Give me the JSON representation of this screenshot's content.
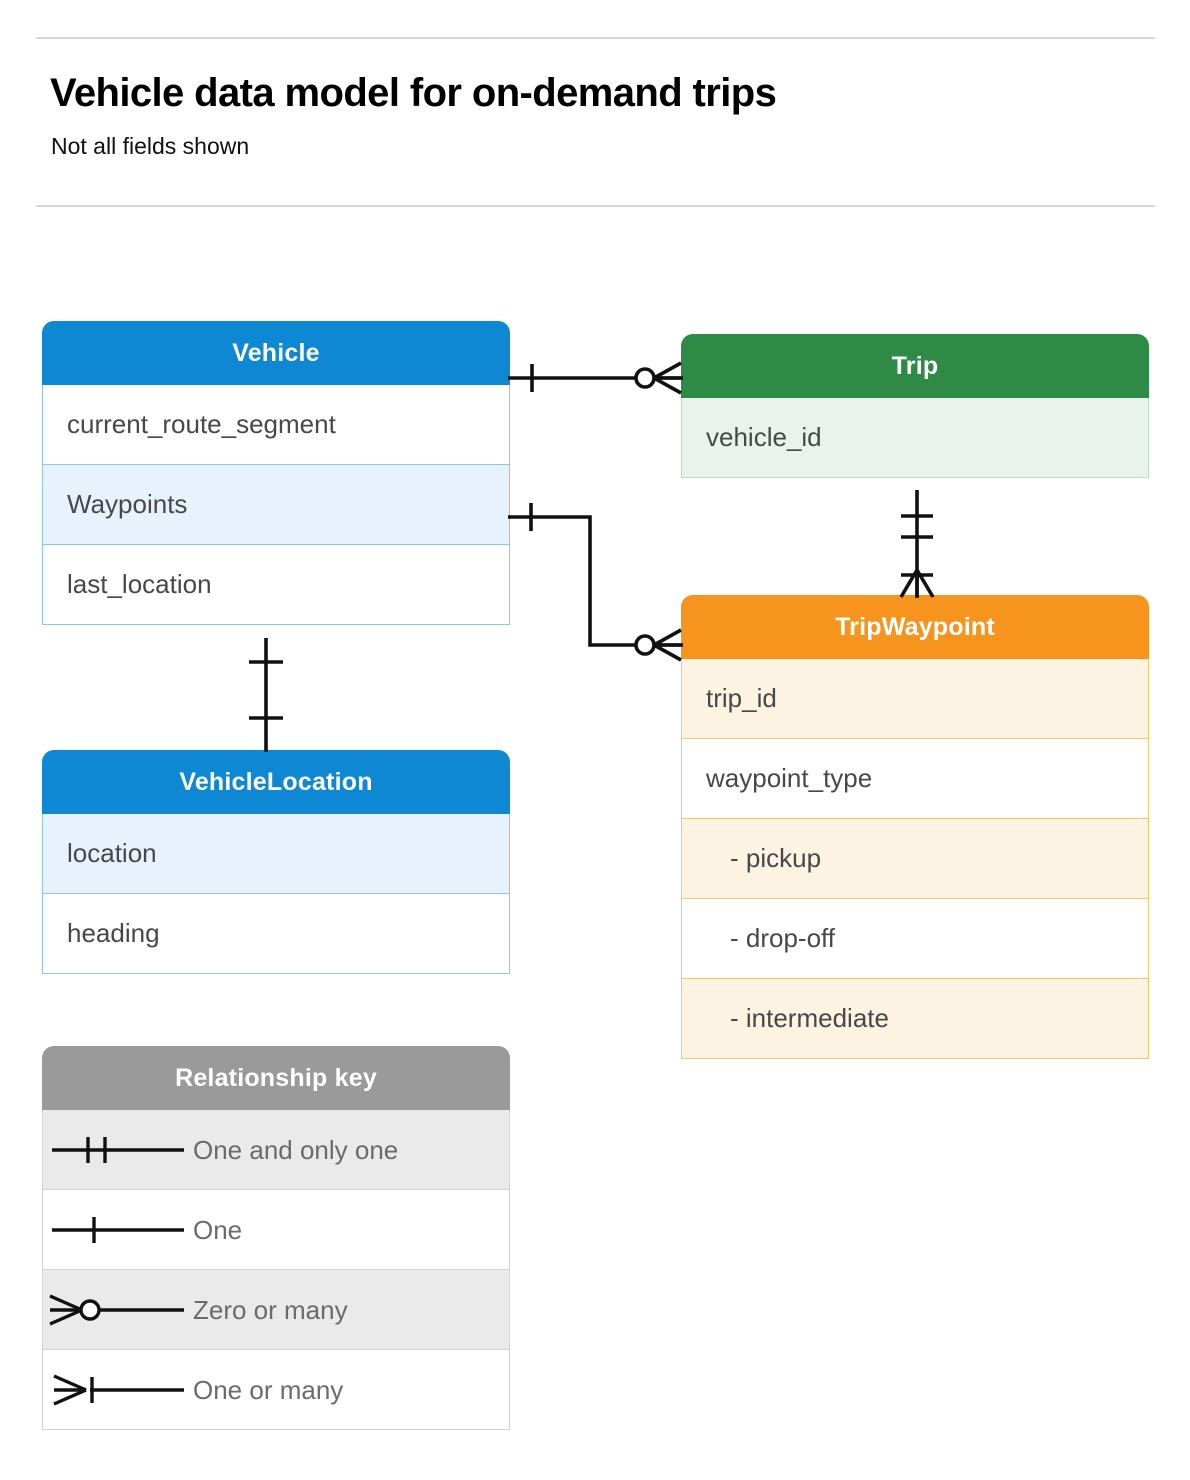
{
  "header": {
    "title": "Vehicle data model for on-demand trips",
    "subtitle": "Not all fields shown"
  },
  "entities": {
    "vehicle": {
      "name": "Vehicle",
      "color": "#0f88d4",
      "fields": [
        {
          "label": "current_route_segment",
          "highlighted": false
        },
        {
          "label": "Waypoints",
          "highlighted": true
        },
        {
          "label": "last_location",
          "highlighted": false
        }
      ]
    },
    "vehicle_location": {
      "name": "VehicleLocation",
      "color": "#0f88d4",
      "fields": [
        {
          "label": "location",
          "highlighted": true
        },
        {
          "label": "heading",
          "highlighted": false
        }
      ]
    },
    "trip": {
      "name": "Trip",
      "color": "#2e8b46",
      "fields": [
        {
          "label": "vehicle_id",
          "highlighted": true
        }
      ]
    },
    "trip_waypoint": {
      "name": "TripWaypoint",
      "color": "#f7941e",
      "fields": [
        {
          "label": "trip_id",
          "highlighted": true
        },
        {
          "label": "waypoint_type",
          "highlighted": false
        },
        {
          "label": "- pickup",
          "highlighted": true,
          "indent": true
        },
        {
          "label": "- drop-off",
          "highlighted": false,
          "indent": true
        },
        {
          "label": "- intermediate",
          "highlighted": true,
          "indent": true
        }
      ]
    }
  },
  "legend": {
    "title": "Relationship key",
    "color": "#9a9a9a",
    "items": [
      {
        "symbol": "one-and-only-one",
        "label": "One and only one"
      },
      {
        "symbol": "one",
        "label": "One"
      },
      {
        "symbol": "zero-or-many",
        "label": "Zero or many"
      },
      {
        "symbol": "one-or-many",
        "label": "One or many"
      }
    ]
  },
  "relationships": [
    {
      "from": "Vehicle",
      "to": "Trip",
      "from_cardinality": "one",
      "to_cardinality": "zero-or-many"
    },
    {
      "from": "Vehicle.Waypoints",
      "to": "TripWaypoint",
      "from_cardinality": "one",
      "to_cardinality": "zero-or-many"
    },
    {
      "from": "Vehicle",
      "to": "VehicleLocation",
      "from_cardinality": "one",
      "to_cardinality": "one"
    },
    {
      "from": "Trip",
      "to": "TripWaypoint",
      "from_cardinality": "one-and-only-one",
      "to_cardinality": "one-or-many"
    }
  ]
}
